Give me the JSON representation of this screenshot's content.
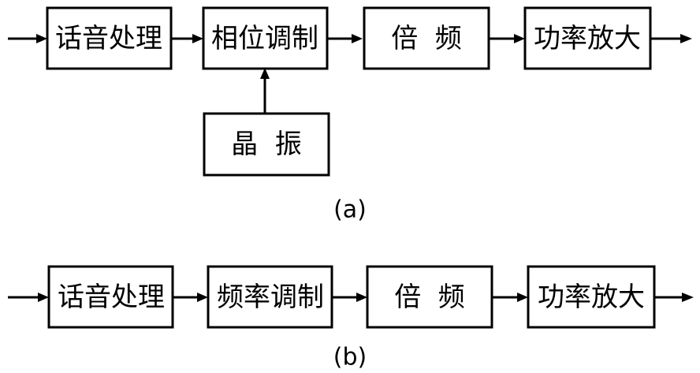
{
  "diagram_a": {
    "caption": "(a)",
    "blocks": {
      "speech": "话音处理",
      "phase_mod": "相位调制",
      "multiplier": "倍  频",
      "power_amp": "功率放大",
      "crystal": "晶  振"
    }
  },
  "diagram_b": {
    "caption": "(b)",
    "blocks": {
      "speech": "话音处理",
      "freq_mod": "频率调制",
      "multiplier": "倍  频",
      "power_amp": "功率放大"
    }
  }
}
